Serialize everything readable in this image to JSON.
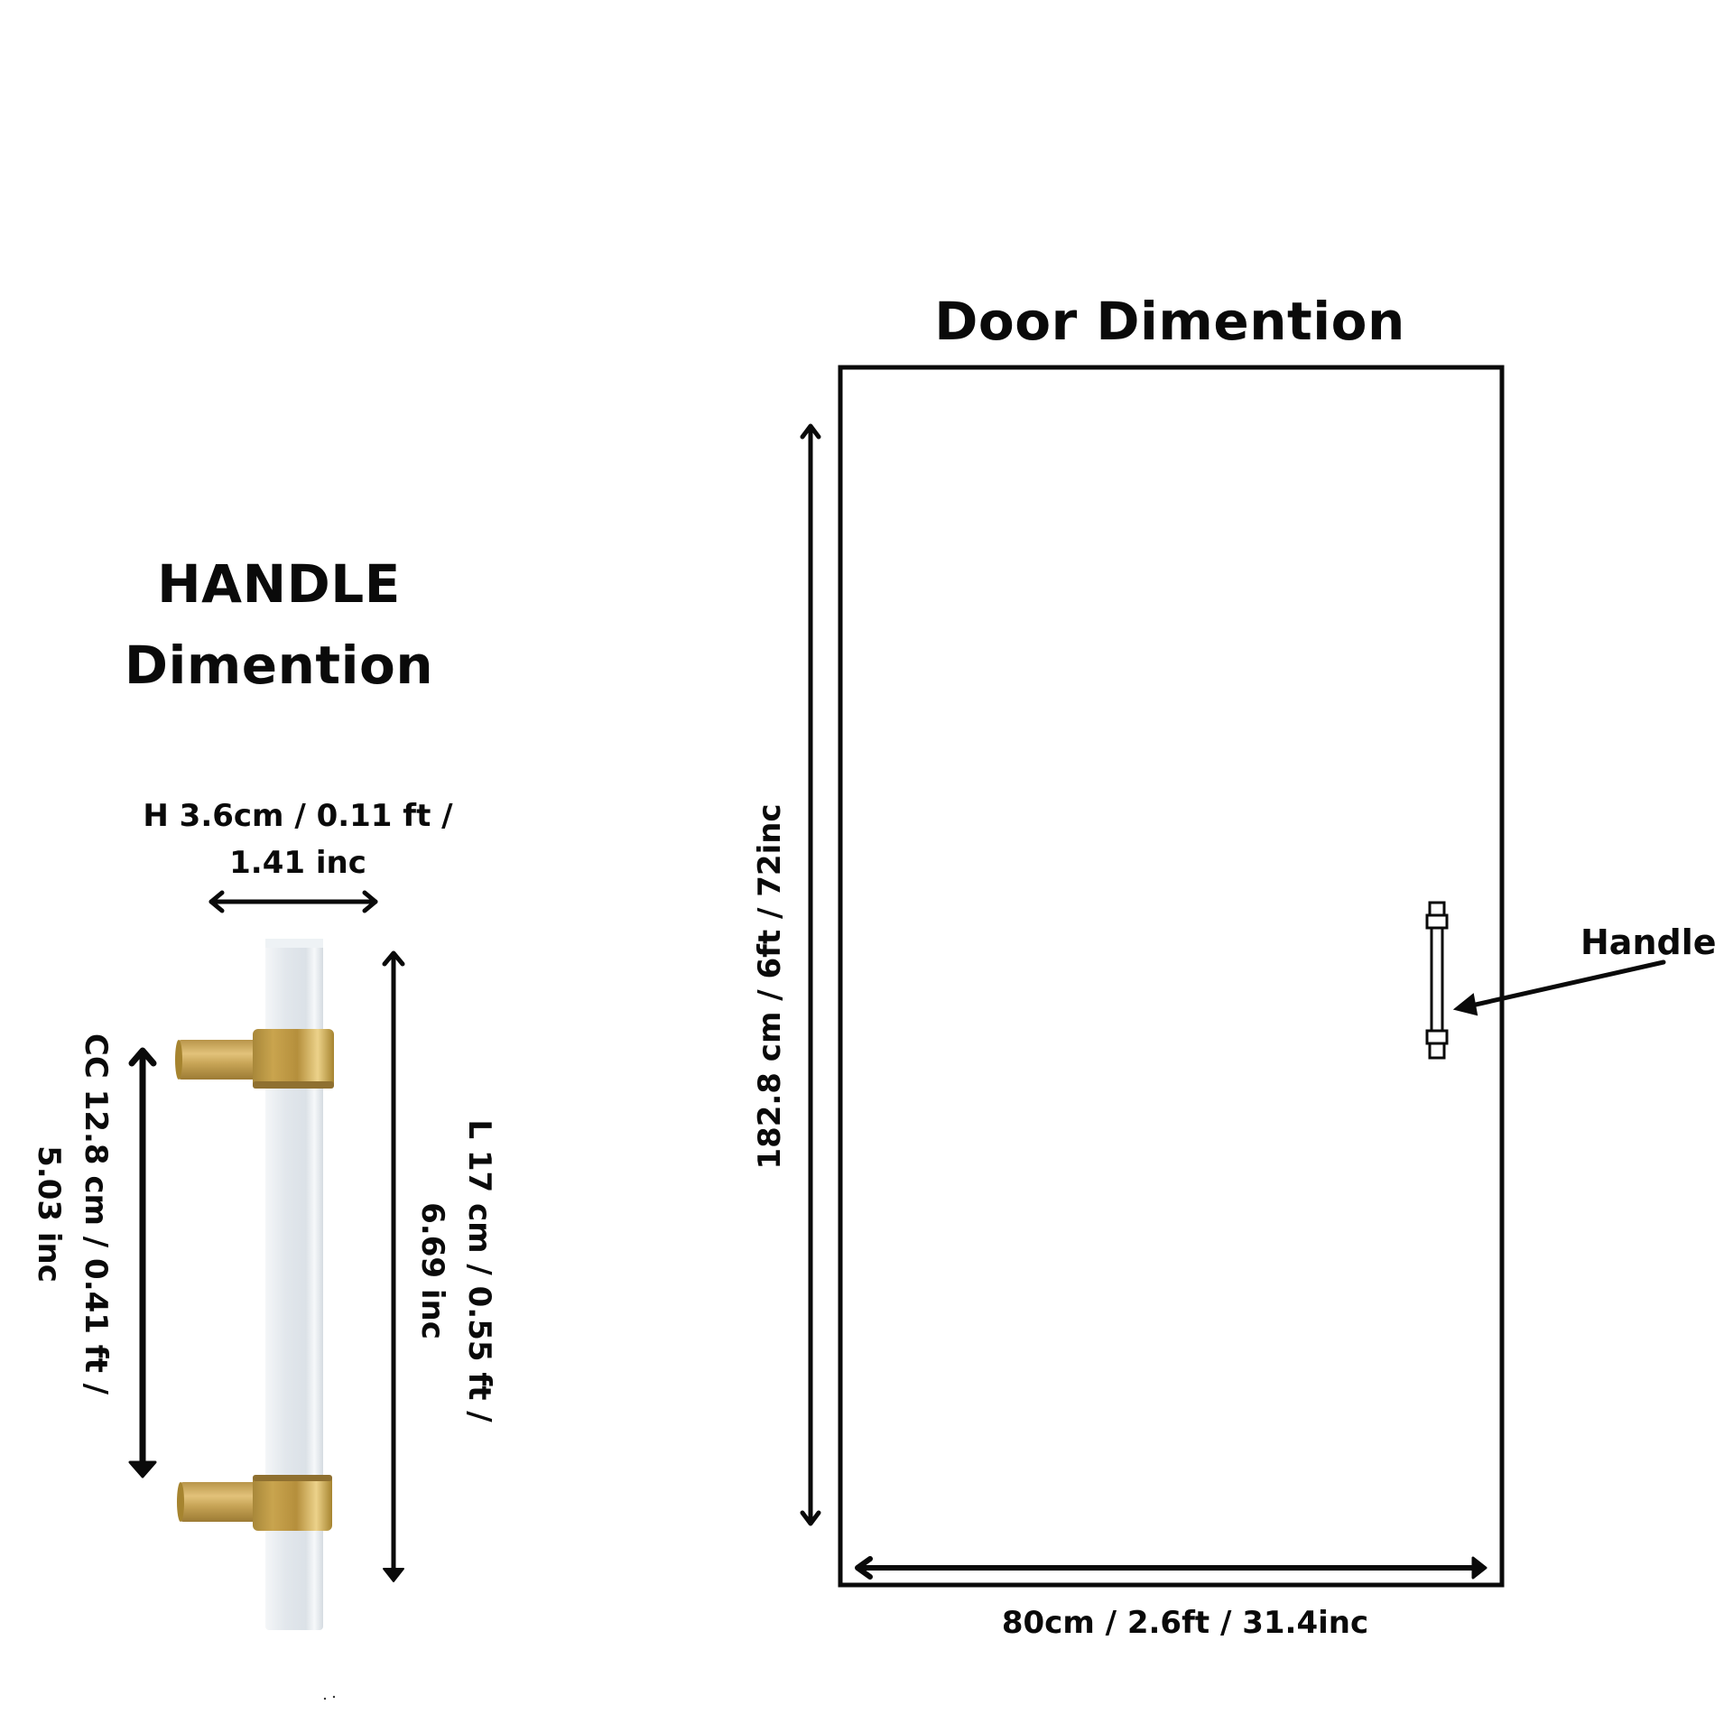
{
  "handle_section": {
    "title_line1": "HANDLE",
    "title_line2": "Dimention",
    "height_label_line1": "H 3.6cm / 0.11  ft /",
    "height_label_line2": "1.41 inc",
    "cc_label_line1": "CC 12.8 cm / 0.41 ft /",
    "cc_label_line2": "5.03 inc",
    "length_label_line1": "L 17 cm / 0.55 ft /",
    "length_label_line2": "6.69 inc",
    "photo": {
      "bar_color": "#e4e9ee",
      "bracket_color": "#c9a44e",
      "bracket_highlight": "#e6c878",
      "bracket_shadow": "#9a7a30"
    }
  },
  "door_section": {
    "title": "Door Dimention",
    "height_label": "182.8 cm / 6ft / 72inc",
    "width_label": "80cm / 2.6ft / 31.4inc",
    "handle_callout": "Handle"
  },
  "colors": {
    "ink": "#0a0a0a",
    "background": "#ffffff"
  }
}
